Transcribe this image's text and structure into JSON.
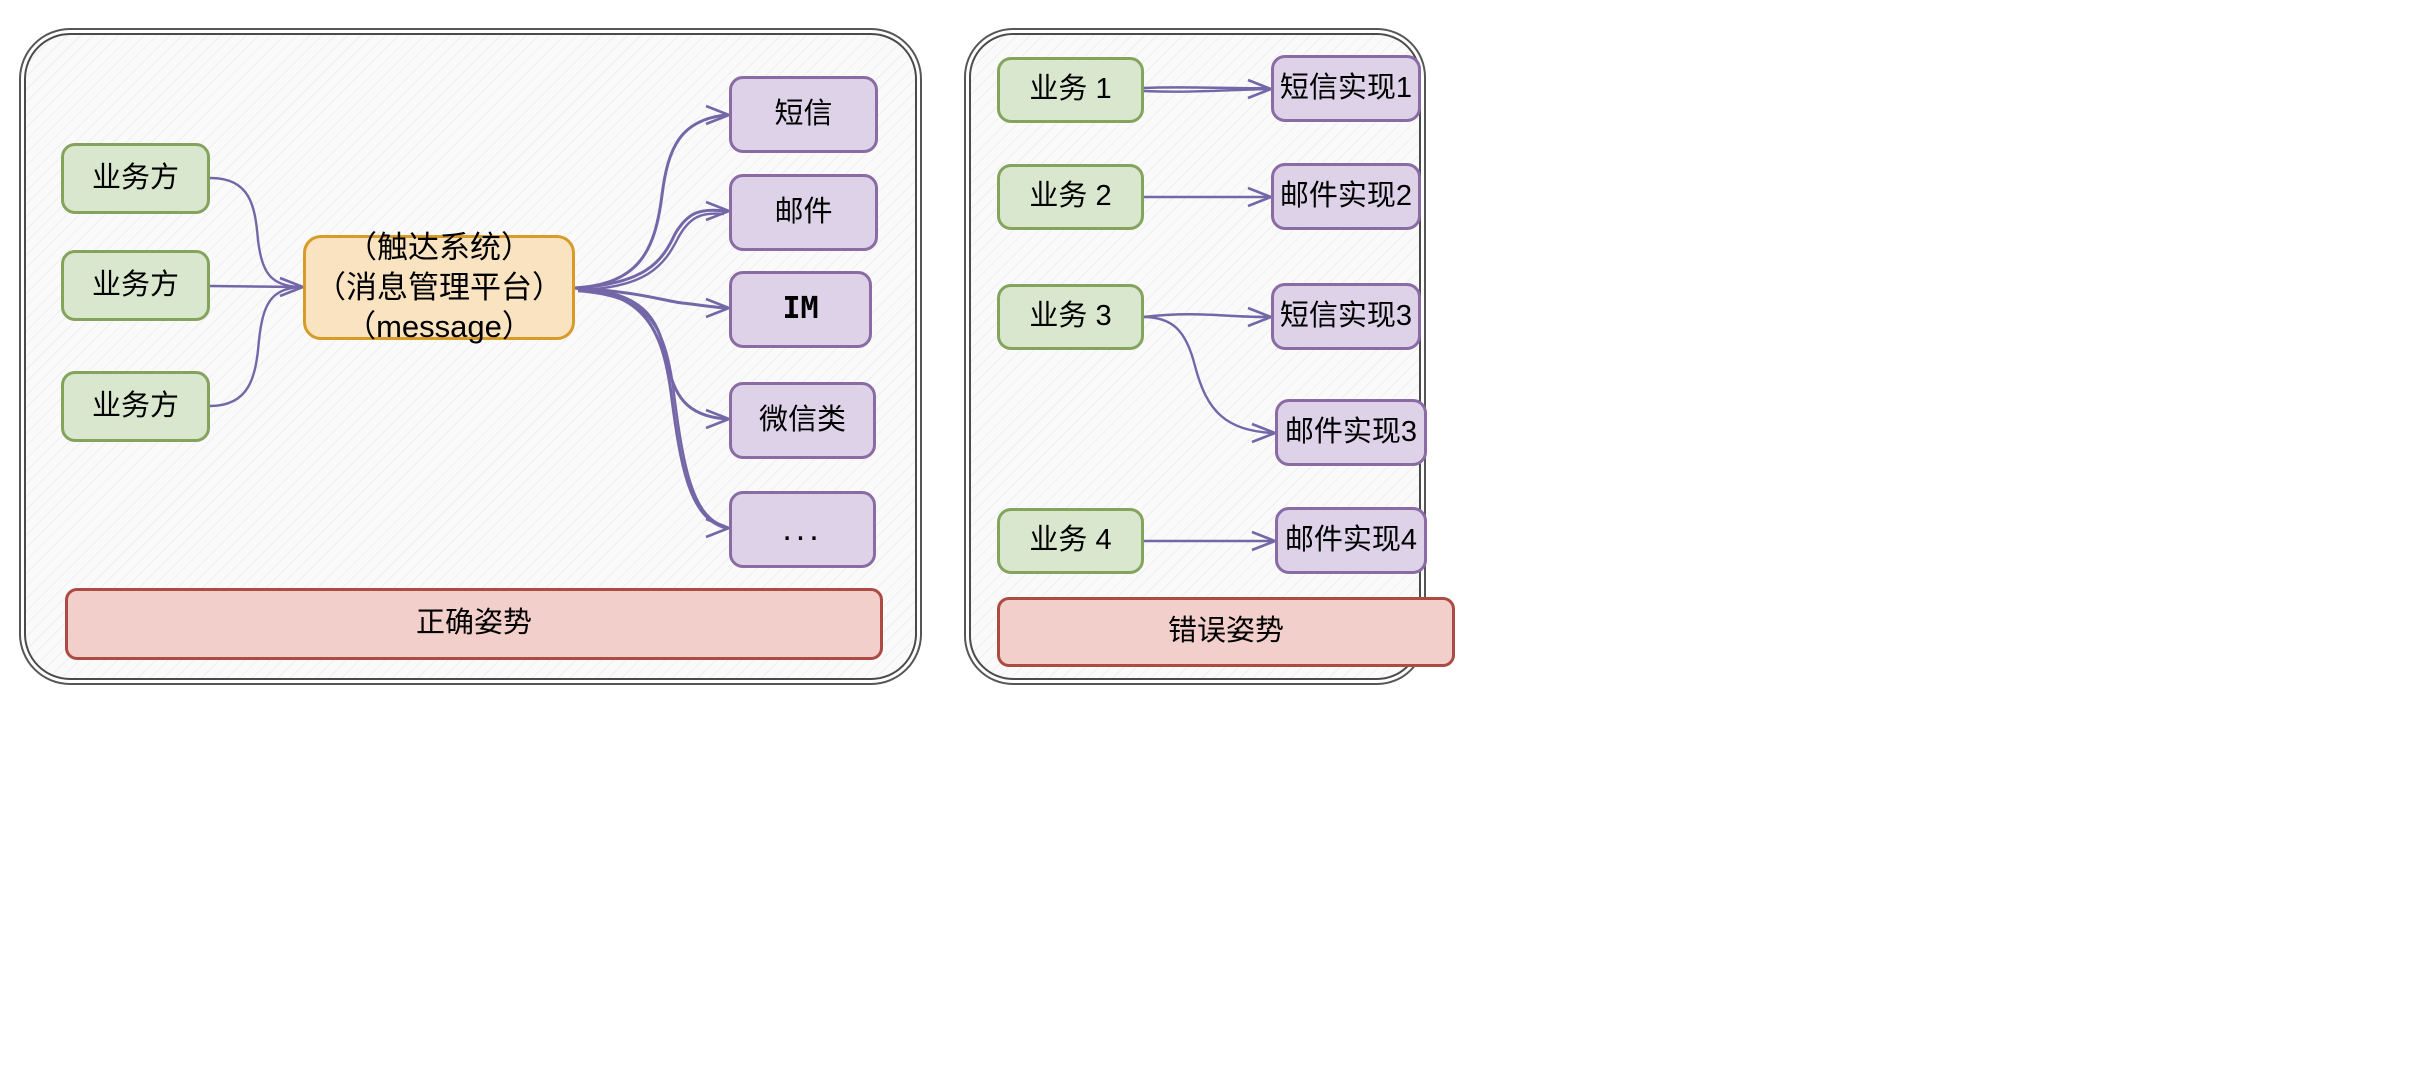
{
  "diagram": {
    "title_not_shown": "",
    "colors": {
      "green_fill": "#d9e7ce",
      "green_border": "#84a45e",
      "purple_fill": "#ddd2e8",
      "purple_border": "#8b6ba3",
      "orange_fill": "#fae3c0",
      "orange_border": "#d79c28",
      "red_fill": "#f2cfcb",
      "red_border": "#ab4b44",
      "arrow": "#7367a8",
      "panel_border": "#4a4a4a",
      "panel_fill": "#fafafa"
    }
  },
  "left_panel": {
    "name": "correct-approach-panel",
    "sources": [
      {
        "label": "业务方"
      },
      {
        "label": "业务方"
      },
      {
        "label": "业务方"
      }
    ],
    "hub": {
      "line1": "（触达系统）",
      "line2": "（消息管理平台）",
      "line3": "（message）"
    },
    "channels": [
      {
        "label": "短信"
      },
      {
        "label": "邮件"
      },
      {
        "label": "IM"
      },
      {
        "label": "微信类"
      },
      {
        "label": "..."
      }
    ],
    "banner": {
      "label": "正确姿势"
    }
  },
  "right_panel": {
    "name": "wrong-approach-panel",
    "sources": [
      {
        "label": "业务 1"
      },
      {
        "label": "业务 2"
      },
      {
        "label": "业务 3"
      },
      {
        "label": "业务 4"
      }
    ],
    "implementations": [
      {
        "label": "短信实现1"
      },
      {
        "label": "邮件实现2"
      },
      {
        "label": "短信实现3"
      },
      {
        "label": "邮件实现3"
      },
      {
        "label": "邮件实现4"
      }
    ],
    "banner": {
      "label": "错误姿势"
    }
  }
}
